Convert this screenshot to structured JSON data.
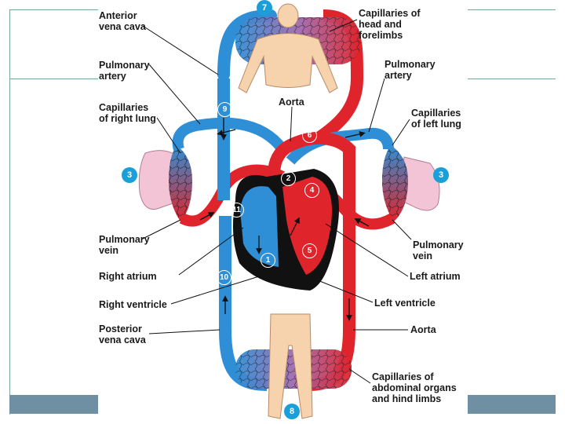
{
  "labels": {
    "anterior_vena_cava": [
      "Anterior",
      "vena cava"
    ],
    "pulmonary_artery_left": [
      "Pulmonary",
      "artery"
    ],
    "capillaries_right_lung": [
      "Capillaries",
      "of right lung"
    ],
    "pulmonary_vein_left": [
      "Pulmonary",
      "vein"
    ],
    "right_atrium": "Right atrium",
    "right_ventricle": "Right ventricle",
    "posterior_vena_cava": [
      "Posterior",
      "vena cava"
    ],
    "aorta_top": "Aorta",
    "capillaries_head": [
      "Capillaries of",
      "head and",
      "forelimbs"
    ],
    "pulmonary_artery_right": [
      "Pulmonary",
      "artery"
    ],
    "capillaries_left_lung": [
      "Capillaries",
      "of left lung"
    ],
    "pulmonary_vein_right": [
      "Pulmonary",
      "vein"
    ],
    "left_atrium": "Left atrium",
    "left_ventricle": "Left ventricle",
    "aorta_bottom": "Aorta",
    "capillaries_abdominal": [
      "Capillaries of",
      "abdominal organs",
      "and hind limbs"
    ]
  },
  "steps": {
    "s1": "1",
    "s2": "2",
    "s3_left": "3",
    "s3_right": "3",
    "s4": "4",
    "s5": "5",
    "s6": "6",
    "s7": "7",
    "s8": "8",
    "s9": "9",
    "s10": "10",
    "s11": "11"
  },
  "colors": {
    "oxygen_poor": "#2f8fd6",
    "oxygen_rich": "#e0242b",
    "heart_wall": "#111111",
    "lung": "#f2c4d6",
    "body": "#f6d3ad",
    "badge": "#1a9fd8"
  }
}
